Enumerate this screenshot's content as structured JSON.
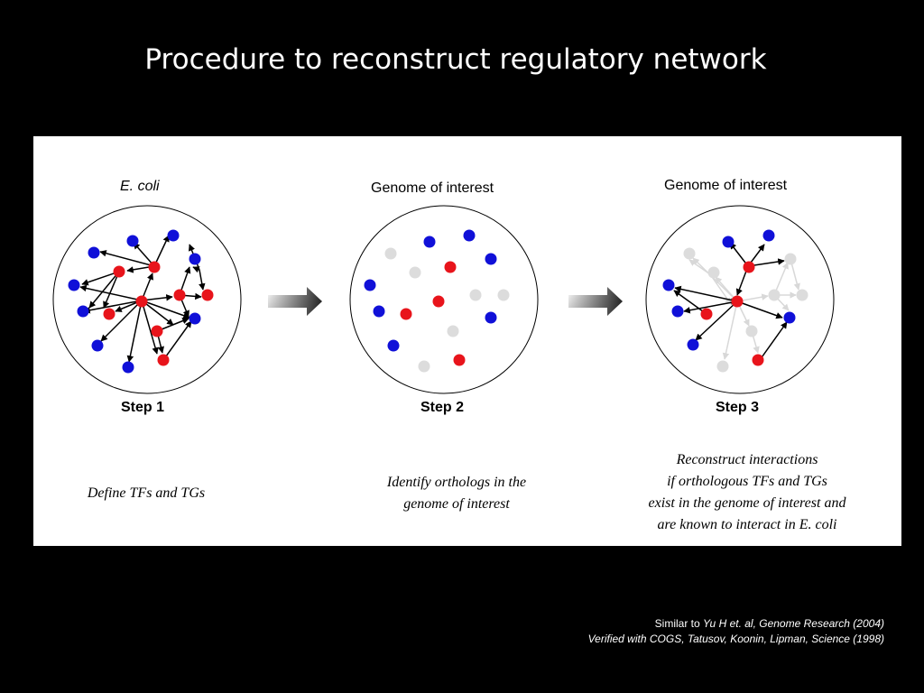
{
  "title": "Procedure to reconstruct regulatory network",
  "panels": [
    {
      "heading": "E. coli",
      "step": "Step 1",
      "description": [
        "Define TFs and TGs"
      ]
    },
    {
      "heading": "Genome of interest",
      "step": "Step 2",
      "description": [
        "Identify orthologs in the",
        "genome of interest"
      ]
    },
    {
      "heading": "Genome of interest",
      "step": "Step 3",
      "description": [
        "Reconstruct interactions",
        "if orthologous TFs and TGs",
        "exist in the genome of interest and",
        "are known to interact in E. coli"
      ]
    }
  ],
  "citation": {
    "prefix": "Similar to ",
    "ref1": "Yu H et. al, Genome Research (2004)",
    "ref2": "Verified with COGS, Tatusov, Koonin, Lipman, Science (1998)"
  },
  "colors": {
    "tf": "#e8141b",
    "tg": "#1010d8",
    "absent": "#dcdcdc",
    "background": "#000000",
    "panel": "#ffffff"
  }
}
